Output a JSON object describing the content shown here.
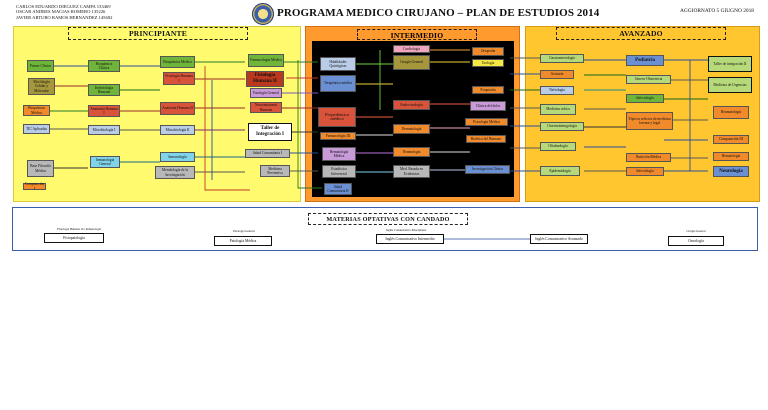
{
  "header": {
    "authors": [
      "CARLOS EDUARDO DIEGUEZ CAMPA 133469",
      "OSCAR ANDRES MACIAS ROMERO 135226",
      "JAVIER ARTURO RAMOS HERNANDEZ 145682"
    ],
    "title": "PROGRAMA MEDICO CIRUJANO – PLAN DE ESTUDIOS 2014",
    "date": "AGGIORNATO 5 GIUGNO 2018"
  },
  "sections": {
    "principiante": "PRINCIPIANTE",
    "intermedio": "INTERMEDIO",
    "avanzado": "AVANZADO",
    "optativas": "MATERIAS OPTATIVAS CON CANDADO"
  },
  "principiante": [
    {
      "id": "p1",
      "text": "Primer Clínico"
    },
    {
      "id": "p2",
      "text": "Morfología Celular y Molecular"
    },
    {
      "id": "p3",
      "text": "Bioquímica Médica"
    },
    {
      "id": "p4",
      "text": "TIC Aplicadas"
    },
    {
      "id": "p5",
      "text": "Base Filosofía Médica"
    },
    {
      "id": "p6",
      "text": "Computación I"
    },
    {
      "id": "p7",
      "text": "Bioquímica Clínica"
    },
    {
      "id": "p8",
      "text": "Embriología Humana"
    },
    {
      "id": "p9",
      "text": "Anatomía Humana I"
    },
    {
      "id": "p10",
      "text": "Microbiología I"
    },
    {
      "id": "p11",
      "text": "Inmunología General"
    },
    {
      "id": "p12",
      "text": "Bioquímica Médica"
    },
    {
      "id": "p13",
      "text": "Fisiología Humana I"
    },
    {
      "id": "p14",
      "text": "Anatomía Humana II"
    },
    {
      "id": "p15",
      "text": "Microbiología II"
    },
    {
      "id": "p16",
      "text": "Inmunología"
    },
    {
      "id": "p17",
      "text": "Metodología de la Investigación"
    },
    {
      "id": "p18",
      "text": "Farmacología Médica"
    },
    {
      "id": "p19",
      "text": "Fisiología Humana II"
    },
    {
      "id": "p20",
      "text": "Patología General"
    },
    {
      "id": "p21",
      "text": "Neuroanatomía Humana"
    },
    {
      "id": "p22",
      "text": "Taller de Integración I"
    },
    {
      "id": "p23",
      "text": "Salud Comunitaria I"
    },
    {
      "id": "p24",
      "text": "Medicina Preventiva"
    }
  ],
  "intermedio": [
    {
      "id": "i1",
      "text": "Habilidades Quirúrgicas"
    },
    {
      "id": "i2",
      "text": "Terapéutica médica"
    },
    {
      "id": "i3",
      "text": "Propedéutica médica"
    },
    {
      "id": "i4",
      "text": "Farmacología III"
    },
    {
      "id": "i5",
      "text": "Hematología Médica"
    },
    {
      "id": "i6",
      "text": "Estadística Inferencial"
    },
    {
      "id": "i7",
      "text": "Salud Comunitaria II"
    },
    {
      "id": "i8",
      "text": "Cardiología"
    },
    {
      "id": "i9",
      "text": "Cirugía General"
    },
    {
      "id": "i10",
      "text": "Endocrinología"
    },
    {
      "id": "i11",
      "text": "Dermatología"
    },
    {
      "id": "i12",
      "text": "Neumología"
    },
    {
      "id": "i13",
      "text": "Med. Basada en Evidencias"
    },
    {
      "id": "i14",
      "text": "Ortopedia"
    },
    {
      "id": "i15",
      "text": "Urología"
    },
    {
      "id": "i16",
      "text": "Psiquiatría"
    },
    {
      "id": "i17",
      "text": "Clínica del dolor"
    },
    {
      "id": "i18",
      "text": "Psicología Médica"
    },
    {
      "id": "i19",
      "text": "Bioética del Humano"
    },
    {
      "id": "i20",
      "text": "Investigación Clínica"
    }
  ],
  "avanzado": [
    {
      "id": "a1",
      "text": "Gastroenterología"
    },
    {
      "id": "a2",
      "text": "Geriatría"
    },
    {
      "id": "a3",
      "text": "Nefrología"
    },
    {
      "id": "a4",
      "text": "Medicina crítica"
    },
    {
      "id": "a5",
      "text": "Otorrinolaringología"
    },
    {
      "id": "a6",
      "text": "Oftalmología"
    },
    {
      "id": "a7",
      "text": "Epidemiología"
    },
    {
      "id": "a8",
      "text": "Pediatría"
    },
    {
      "id": "a9",
      "text": "Gineco-Obstetricia"
    },
    {
      "id": "a10",
      "text": "Infectología"
    },
    {
      "id": "a11",
      "text": "Tópicos selectos de medicina forense y legal"
    },
    {
      "id": "a12",
      "text": "Nutrición Médica"
    },
    {
      "id": "a13",
      "text": "Infectología"
    },
    {
      "id": "a14",
      "text": "Taller de integración II"
    },
    {
      "id": "a15",
      "text": "Medicina de Urgencias"
    },
    {
      "id": "a16",
      "text": "Reumatología"
    },
    {
      "id": "a17",
      "text": "Computación III"
    },
    {
      "id": "a18",
      "text": "Hematología"
    },
    {
      "id": "a19",
      "text": "Neurología"
    }
  ],
  "optativas": [
    {
      "req": "Fisiología Humana II e Inmunología",
      "text": "Fisiopatología"
    },
    {
      "req": "Patología General",
      "text": "Patología Médica"
    },
    {
      "req": "Inglés Comunicativo Principiante",
      "text": "Inglés Comunicativo Intermedio"
    },
    {
      "req": "",
      "text": "Inglés Comunicativo Avanzado"
    },
    {
      "req": "Cirugía General",
      "text": "Oncología"
    }
  ]
}
